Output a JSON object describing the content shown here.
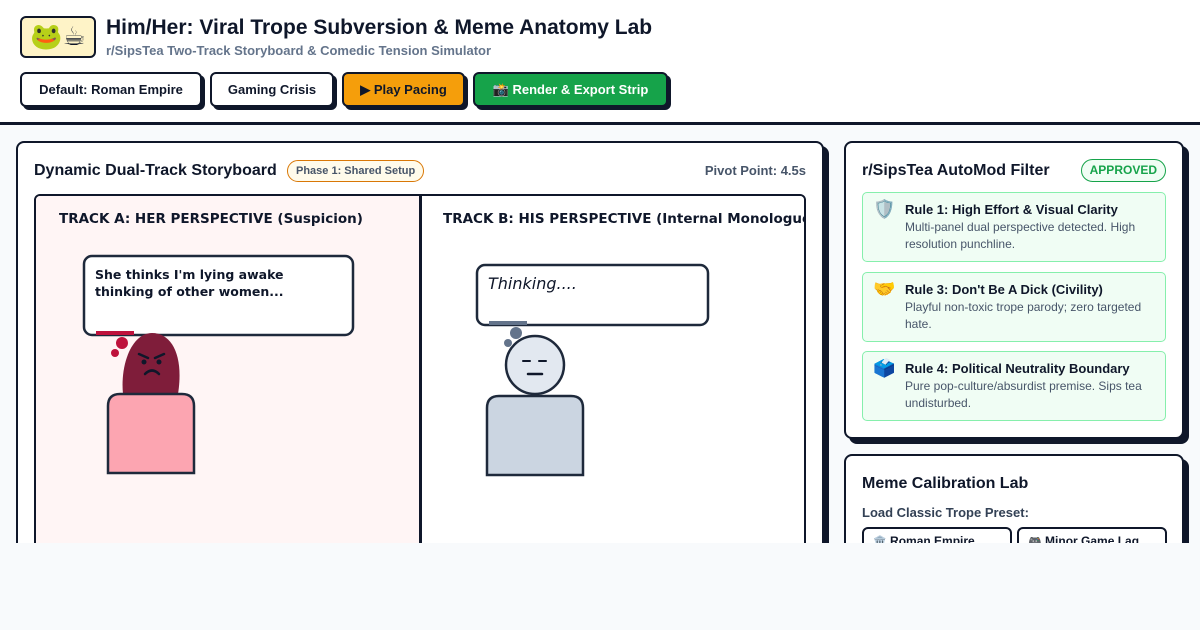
{
  "header": {
    "logo": "🐸☕",
    "title": "Him/Her: Viral Trope Subversion & Meme Anatomy Lab",
    "subtitle": "r/SipsTea Two-Track Storyboard & Comedic Tension Simulator"
  },
  "toolbar": {
    "preset_roman": "Default: Roman Empire",
    "preset_gaming": "Gaming Crisis",
    "play": "▶ Play Pacing",
    "export": "📸 Render & Export Strip"
  },
  "storyboard": {
    "title": "Dynamic Dual-Track Storyboard",
    "phase": "Phase 1: Shared Setup",
    "pivot": "Pivot Point: 4.5s",
    "track_a": {
      "label": "TRACK A: HER PERSPECTIVE (Suspicion)",
      "bubble": "She thinks I'm lying awake thinking of other women...",
      "color": "#fff5f5"
    },
    "track_b": {
      "label": "TRACK B: HIS PERSPECTIVE (Internal Monologue)",
      "bubble": "Thinking....",
      "color": "#ffffff"
    }
  },
  "automod": {
    "title": "r/SipsTea AutoMod Filter",
    "status": "APPROVED",
    "status_color": "#16a34a",
    "rules": [
      {
        "icon": "🛡️",
        "icon_name": "shield-icon",
        "title": "Rule 1: High Effort & Visual Clarity",
        "desc": "Multi-panel dual perspective detected. High resolution punchline."
      },
      {
        "icon": "🤝",
        "icon_name": "handshake-icon",
        "title": "Rule 3: Don't Be A Dick (Civility)",
        "desc": "Playful non-toxic trope parody; zero targeted hate."
      },
      {
        "icon": "🗳️",
        "icon_name": "ballot-box-icon",
        "title": "Rule 4: Political Neutrality Boundary",
        "desc": "Pure pop-culture/absurdist premise. Sips tea undisturbed."
      }
    ]
  },
  "calibration": {
    "title": "Meme Calibration Lab",
    "preset_label": "Load Classic Trope Preset:",
    "presets": [
      {
        "icon": "🏛️",
        "label": "Roman Empire"
      },
      {
        "icon": "🎮",
        "label": "Minor Game Lag"
      }
    ]
  },
  "colors": {
    "accent_orange": "#f59e0b",
    "accent_green": "#16a34a",
    "ink": "#0f172a",
    "her_figure": "#7f1d3a",
    "her_body": "#fca5b1",
    "his_body": "#cbd5e1"
  }
}
